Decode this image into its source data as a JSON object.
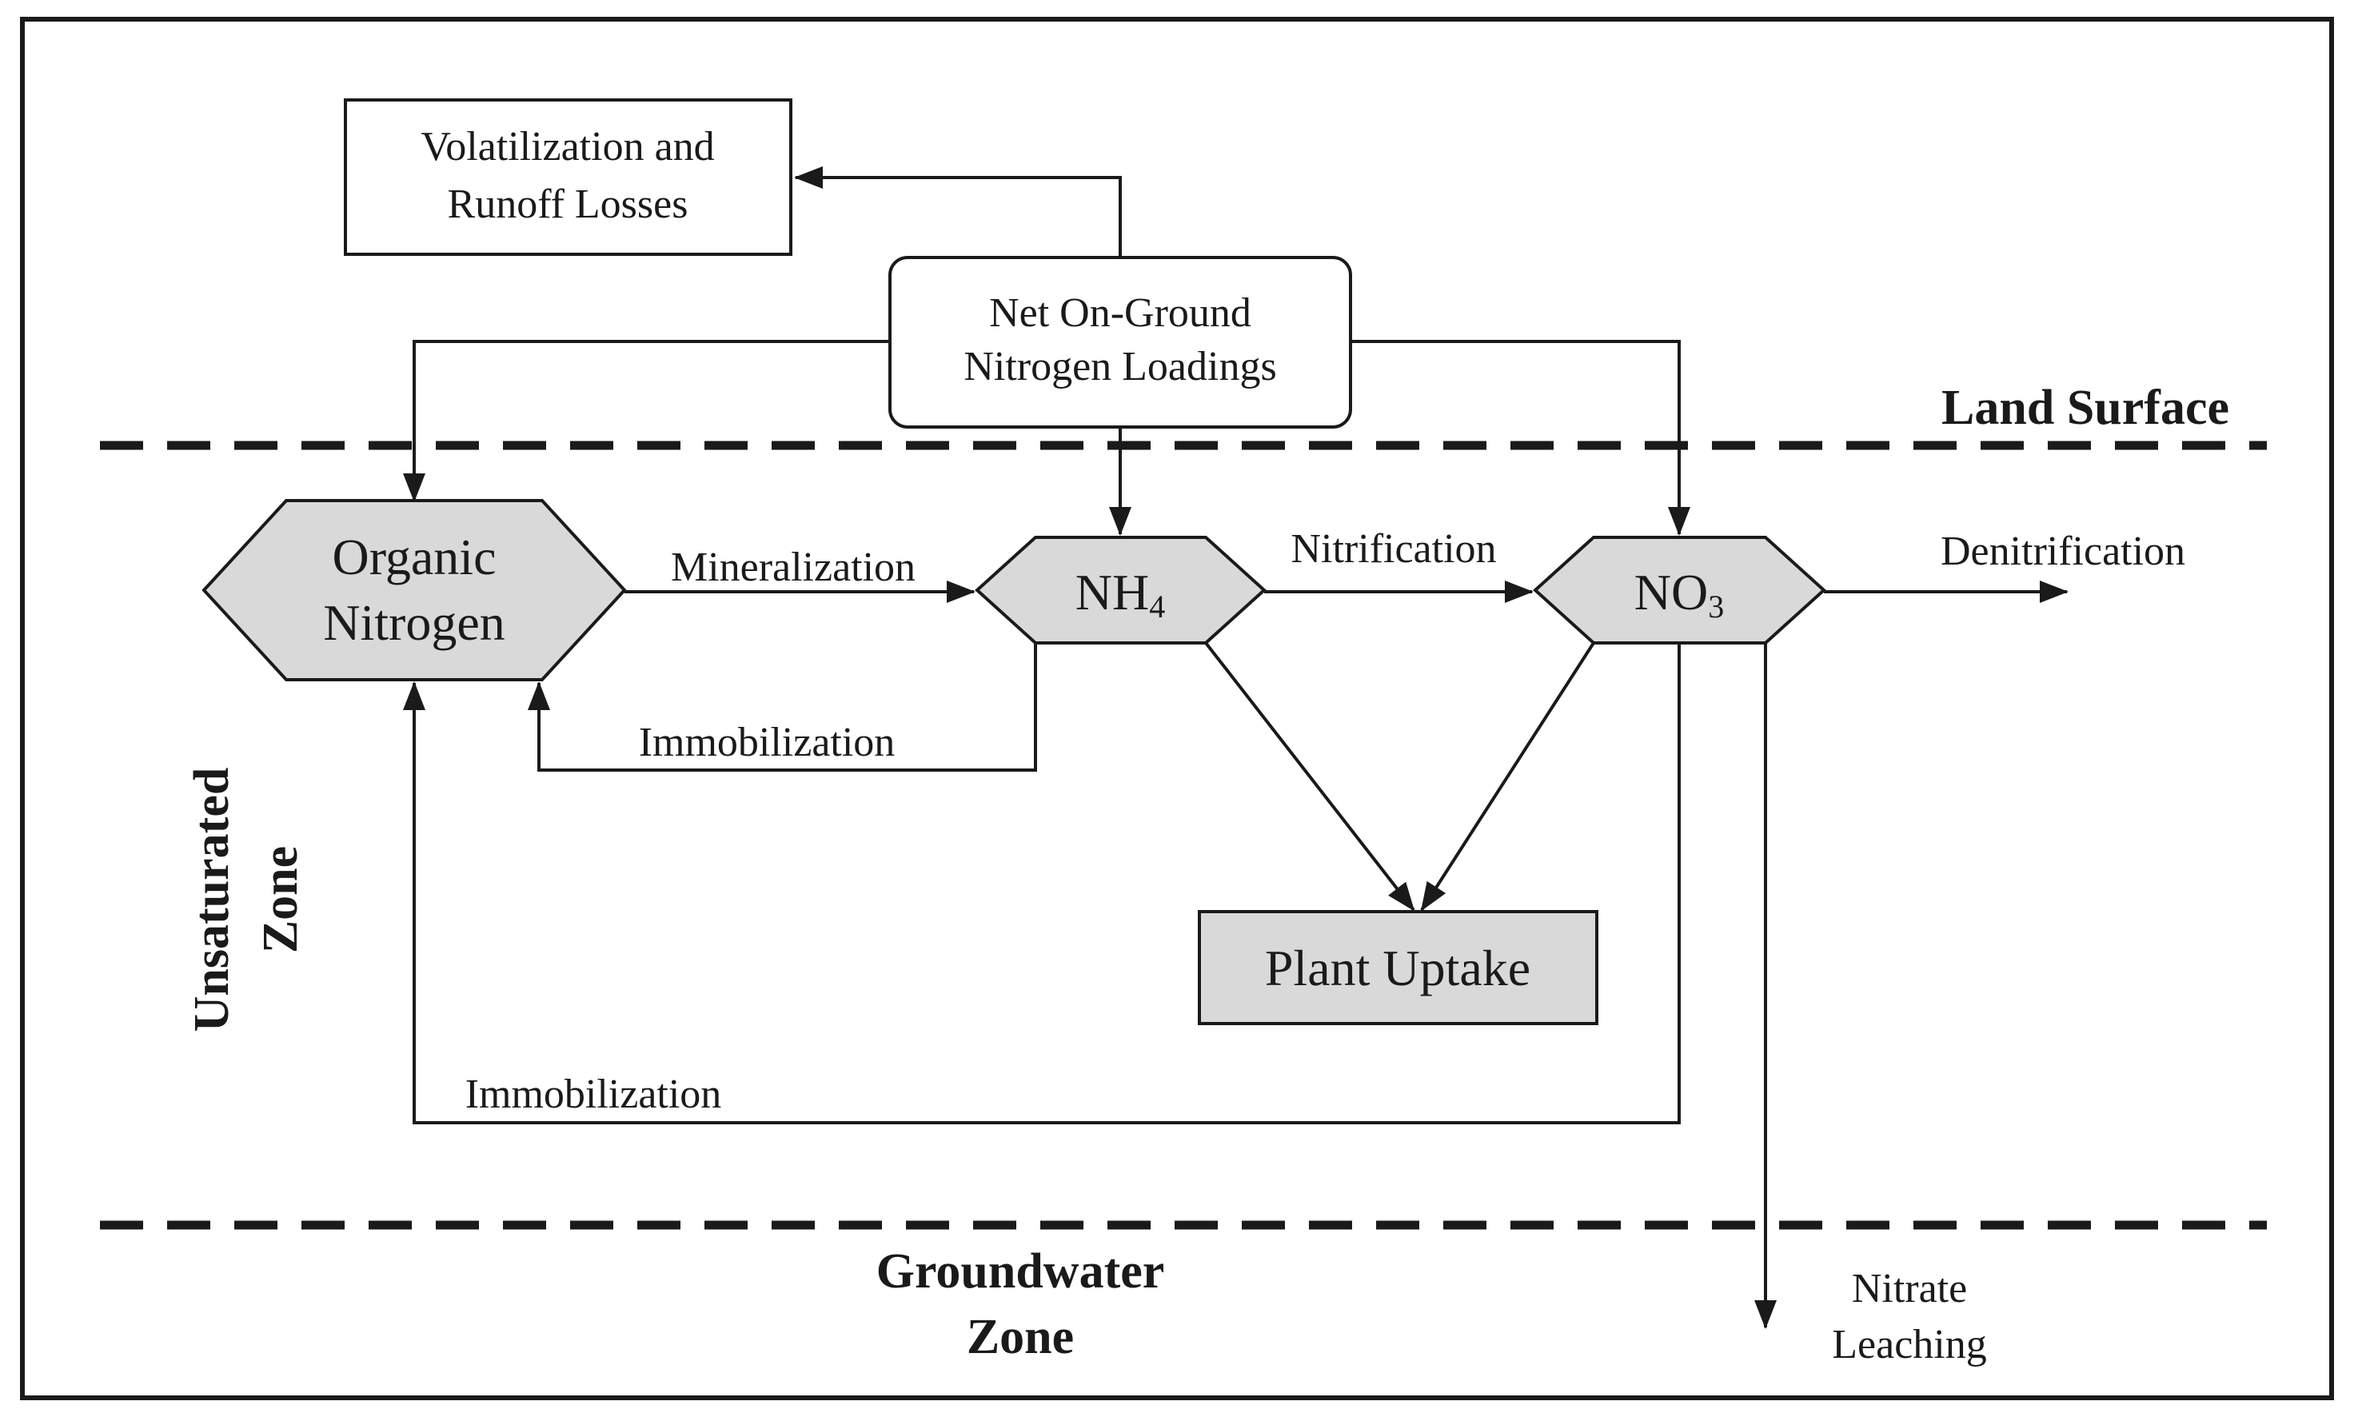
{
  "nodes": {
    "volatilization_line1": "Volatilization and",
    "volatilization_line2": "Runoff Losses",
    "net_loadings_line1": "Net On-Ground",
    "net_loadings_line2": "Nitrogen Loadings",
    "organic_line1": "Organic",
    "organic_line2": "Nitrogen",
    "nh4_main": "NH",
    "nh4_sub": "4",
    "no3_main": "NO",
    "no3_sub": "3",
    "plant_uptake": "Plant Uptake"
  },
  "processes": {
    "mineralization": "Mineralization",
    "nitrification": "Nitrification",
    "denitrification": "Denitrification",
    "immobilization_nh4": "Immobilization",
    "immobilization_no3": "Immobilization",
    "nitrate_leaching_line1": "Nitrate",
    "nitrate_leaching_line2": "Leaching"
  },
  "zones": {
    "land_surface": "Land Surface",
    "unsaturated_line1": "Unsaturated",
    "unsaturated_line2": "Zone",
    "groundwater_line1": "Groundwater",
    "groundwater_line2": "Zone"
  },
  "colors": {
    "node_fill": "#d9d9d9",
    "line": "#1a1a1a",
    "background": "#ffffff"
  }
}
